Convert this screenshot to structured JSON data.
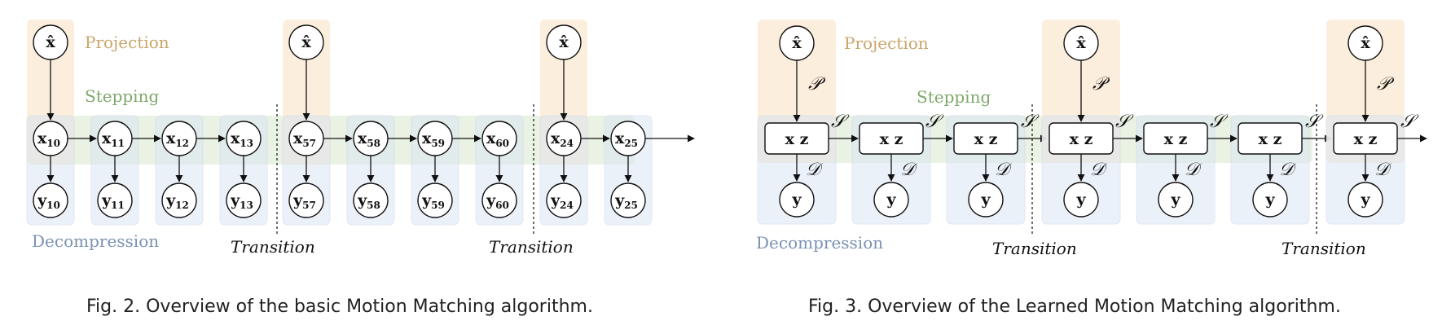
{
  "fig2": {
    "caption": "Fig. 2.   Overview of the basic Motion Matching algorithm.",
    "labels": {
      "projection": "Projection",
      "stepping": "Stepping",
      "decompression": "Decompression",
      "transition": "Transition"
    },
    "projection_symbol": "x̂",
    "feature_symbol": "x",
    "pose_symbol": "y",
    "frames": [
      [
        "10",
        "11",
        "12",
        "13"
      ],
      [
        "57",
        "58",
        "59",
        "60"
      ],
      [
        "24",
        "25"
      ]
    ]
  },
  "fig3": {
    "caption": "Fig. 3.   Overview of the Learned Motion Matching algorithm.",
    "labels": {
      "projection": "Projection",
      "stepping": "Stepping",
      "decompression": "Decompression",
      "transition": "Transition"
    },
    "projection_symbol": "x̂",
    "state_label": "x z",
    "pose_symbol": "y",
    "projector_symbol": "𝒫",
    "stepper_symbol": "𝒮",
    "decompressor_symbol": "𝒟",
    "groups": [
      3,
      3,
      1
    ]
  }
}
